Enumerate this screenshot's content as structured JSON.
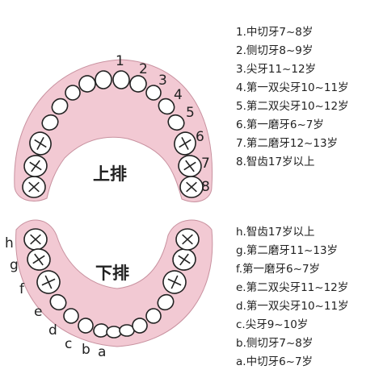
{
  "upper": {
    "label": "上排",
    "numbers": [
      "1",
      "2",
      "3",
      "4",
      "5",
      "6",
      "7",
      "8"
    ],
    "legend": [
      "1.中切牙7~8岁",
      "2.侧切牙8~9岁",
      "3.尖牙11~12岁",
      "4.第一双尖牙10~11岁",
      "5.第二双尖牙10~12岁",
      "6.第一磨牙6~7岁",
      "7.第二磨牙12~13岁",
      "8.智齿17岁以上"
    ]
  },
  "lower": {
    "label": "下排",
    "letters": [
      "h",
      "g",
      "f",
      "e",
      "d",
      "c",
      "b",
      "a"
    ],
    "legend": [
      "h.智齿17岁以上",
      "g.第二磨牙11~13岁",
      "f.第一磨牙6~7岁",
      "e.第二双尖牙11~12岁",
      "d.第一双尖牙10~11岁",
      "c.尖牙9~10岁",
      "b.侧切牙7~8岁",
      "a.中切牙6~7岁"
    ]
  },
  "colors": {
    "gum": "#f2c9d3",
    "gum_edge": "#c8919f",
    "tooth": "#ffffff",
    "tooth_stroke": "#222222"
  }
}
